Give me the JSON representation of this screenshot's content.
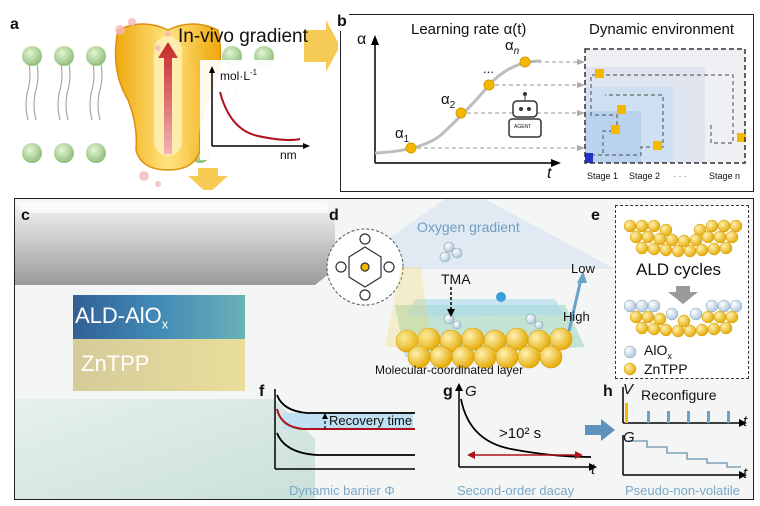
{
  "panel_labels": {
    "a": "a",
    "b": "b",
    "c": "c",
    "d": "d",
    "e": "e",
    "f": "f",
    "g": "g",
    "h": "h"
  },
  "panel_a": {
    "title": "In-vivo gradient",
    "y_unit": "mol·L",
    "y_unit_exp": "-1",
    "x_unit": "nm"
  },
  "panel_b": {
    "axis_y": "α",
    "axis_x": "t",
    "title_learning": "Learning rate α(t)",
    "title_env": "Dynamic environment",
    "alpha_base": "α",
    "alpha1_sub": "1",
    "alpha2_sub": "2",
    "alphan_sub": "n",
    "ellipsis": "...",
    "agent_label": "AGENT",
    "stage1": "Stage 1",
    "stage2": "Stage 2",
    "stage_dots": "· · ·",
    "stagen": "Stage n"
  },
  "panel_c": {
    "layer_top": "ALD-AlO",
    "layer_top_sub": "x",
    "layer_bottom": "ZnTPP"
  },
  "panel_d": {
    "gradient_title": "Oxygen gradient",
    "precursor": "TMA",
    "low": "Low",
    "high": "High",
    "caption": "Molecular-coordinated layer"
  },
  "panel_e": {
    "cycles": "ALD cycles",
    "legend_alox": "AlO",
    "legend_alox_sub": "x",
    "legend_zntpp": "ZnTPP"
  },
  "panel_f": {
    "annotation": "Recovery time",
    "caption": "Dynamic barrier Φ"
  },
  "panel_g": {
    "axis_y": "G",
    "axis_x": "t",
    "annotation": ">10² s",
    "caption": "Second-order dacay"
  },
  "panel_h": {
    "axis_v": "V",
    "axis_g": "G",
    "axis_x1": "t",
    "axis_x2": "t",
    "annotation": "Reconfigure",
    "caption": "Pseudo-non-volatile"
  },
  "colors": {
    "gold": "#f5b800",
    "red": "#b0121b",
    "blue_caption": "#7aa7c8",
    "arrow_orange": "#f5c542"
  }
}
